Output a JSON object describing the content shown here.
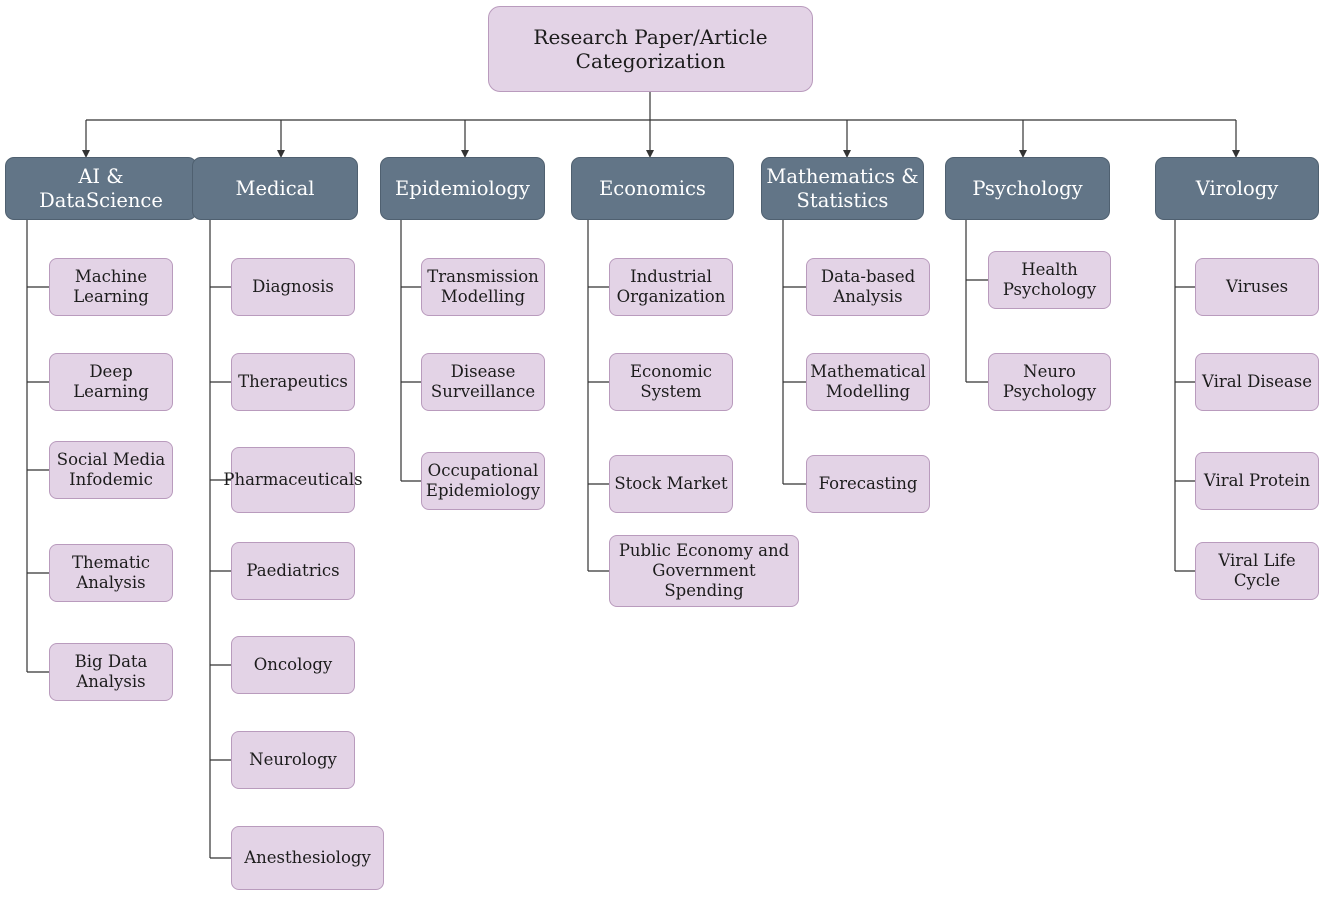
{
  "root": {
    "label": "Research Paper/Article\nCategorization"
  },
  "categories": [
    {
      "label": "AI &\nDataScience",
      "items": [
        "Machine\nLearning",
        "Deep Learning",
        "Social Media\nInfodemic",
        "Thematic\nAnalysis",
        "Big Data\nAnalysis"
      ]
    },
    {
      "label": "Medical",
      "items": [
        "Diagnosis",
        "Therapeutics",
        "Pharmaceuticals",
        "Paediatrics",
        "Oncology",
        "Neurology",
        "Anesthesiology"
      ]
    },
    {
      "label": "Epidemiology",
      "items": [
        "Transmission\nModelling",
        "Disease\nSurveillance",
        "Occupational\nEpidemiology"
      ]
    },
    {
      "label": "Economics",
      "items": [
        "Industrial\nOrganization",
        "Economic\nSystem",
        "Stock Market",
        "Public Economy and\nGovernment Spending"
      ]
    },
    {
      "label": "Mathematics &\nStatistics",
      "items": [
        "Data-based\nAnalysis",
        "Mathematical\nModelling",
        "Forecasting"
      ]
    },
    {
      "label": "Psychology",
      "items": [
        "Health\nPsychology",
        "Neuro\nPsychology"
      ]
    },
    {
      "label": "Virology",
      "items": [
        "Viruses",
        "Viral Disease",
        "Viral Protein",
        "Viral Life Cycle"
      ]
    }
  ],
  "colors": {
    "category_fill": "#627587",
    "leaf_fill": "#e3d3e6",
    "leaf_border": "#b99bbd",
    "connector": "#333333"
  }
}
